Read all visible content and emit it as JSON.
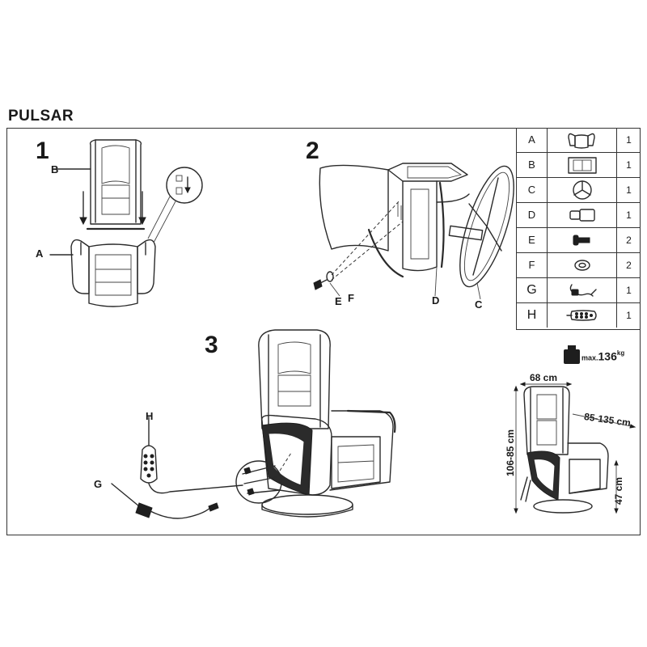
{
  "title": "PULSAR",
  "steps": [
    {
      "number": "1",
      "labels": {
        "a": "A",
        "b": "B"
      }
    },
    {
      "number": "2",
      "labels": {
        "c": "C",
        "d": "D",
        "e": "E",
        "f": "F"
      }
    },
    {
      "number": "3",
      "labels": {
        "g": "G",
        "h": "H"
      }
    }
  ],
  "parts": [
    {
      "letter": "A",
      "qty": "1",
      "icon": "chair-base-icon"
    },
    {
      "letter": "B",
      "qty": "1",
      "icon": "backrest-icon"
    },
    {
      "letter": "C",
      "qty": "1",
      "icon": "star-base-icon"
    },
    {
      "letter": "D",
      "qty": "1",
      "icon": "tube-connector-icon"
    },
    {
      "letter": "E",
      "qty": "2",
      "icon": "bolt-icon"
    },
    {
      "letter": "F",
      "qty": "2",
      "icon": "washer-icon"
    },
    {
      "letter": "G",
      "qty": "1",
      "icon": "power-adapter-icon"
    },
    {
      "letter": "H",
      "qty": "1",
      "icon": "remote-control-icon"
    }
  ],
  "max_load": {
    "prefix": "max.",
    "value": "136",
    "unit": "kg"
  },
  "dimensions": {
    "width": "68 cm",
    "depth": "85-135 cm",
    "height": "106-85 cm",
    "seat_height": "47 cm"
  }
}
